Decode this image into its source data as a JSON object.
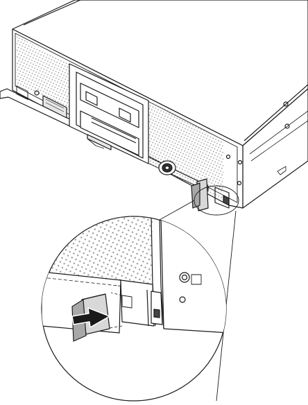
{
  "figure": {
    "subject": "blade-server-chassis-front",
    "callout": "release-latch-detail",
    "action": "press-latch-arrow",
    "colors": {
      "line": "#1a1a1a",
      "perforation": "#9a9a9a",
      "latch_fill": "#d8d8d8",
      "latch_shade": "#a8a8a8",
      "arrow_fill": "#1a1a1a",
      "background": "#ffffff"
    }
  }
}
